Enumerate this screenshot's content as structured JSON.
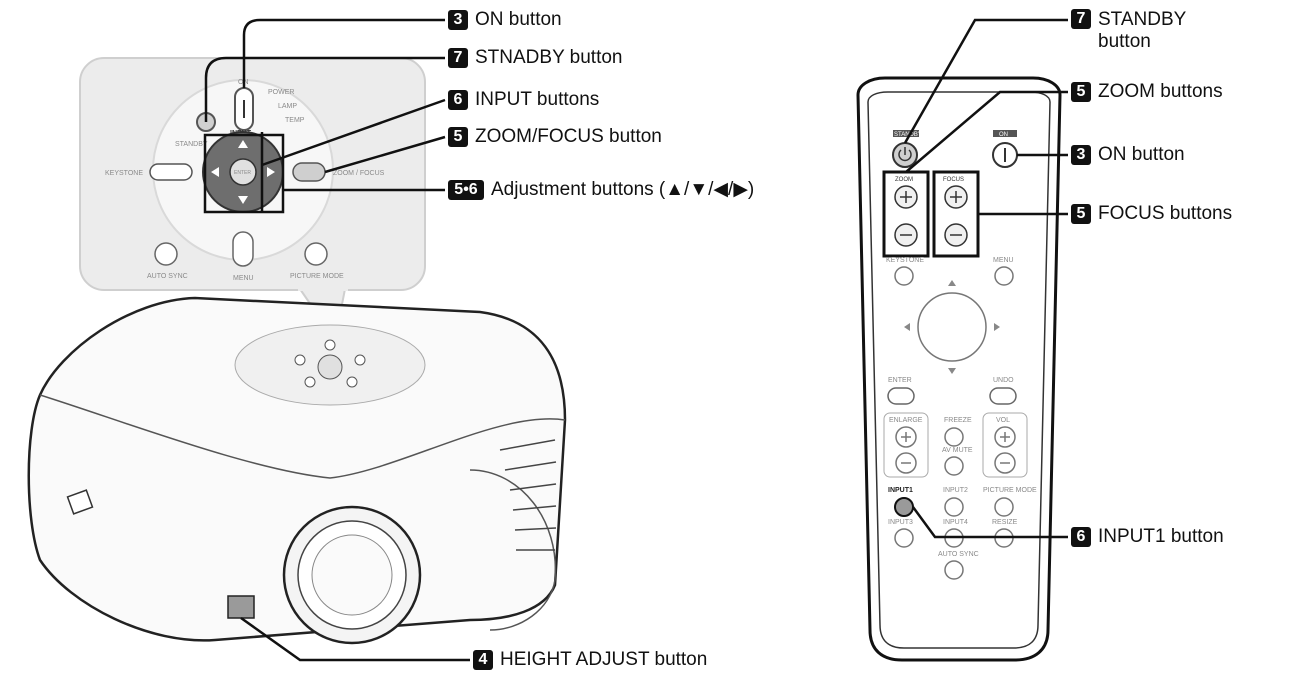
{
  "panel": {
    "label_on": "ON",
    "label_standby": "STANDBY",
    "label_input": "INPUT",
    "label_keystone": "KEYSTONE",
    "label_zoom_focus": "ZOOM / FOCUS",
    "label_auto_sync": "AUTO SYNC",
    "label_menu": "MENU",
    "label_picture_mode": "PICTURE MODE",
    "label_enter": "ENTER",
    "label_power": "POWER",
    "label_lamp": "LAMP",
    "label_temp": "TEMP"
  },
  "remote": {
    "standby": "STANDBY",
    "on": "ON",
    "zoom": "ZOOM",
    "focus": "FOCUS",
    "keystone": "KEYSTONE",
    "menu": "MENU",
    "enter": "ENTER",
    "undo": "UNDO",
    "enlarge": "ENLARGE",
    "freeze": "FREEZE",
    "vol": "VOL",
    "av_mute": "AV MUTE",
    "input1": "INPUT1",
    "input2": "INPUT2",
    "picture_mode": "PICTURE MODE",
    "input3": "INPUT3",
    "input4": "INPUT4",
    "resize": "RESIZE",
    "auto_sync": "AUTO SYNC"
  },
  "callouts": {
    "on_button": {
      "num": "3",
      "text": "ON button"
    },
    "stnadby_button": {
      "num": "7",
      "text": "STNADBY button"
    },
    "input_buttons": {
      "num": "6",
      "text": "INPUT buttons"
    },
    "zoom_focus_button": {
      "num": "5",
      "text": "ZOOM/FOCUS button"
    },
    "adjustment_buttons": {
      "num": "5•6",
      "text": "Adjustment buttons (▲/▼/◀/▶)"
    },
    "height_adjust_button": {
      "num": "4",
      "text": "HEIGHT ADJUST button"
    },
    "remote_standby_button": {
      "num": "7",
      "text": "STANDBY button"
    },
    "remote_zoom_buttons": {
      "num": "5",
      "text": "ZOOM buttons"
    },
    "remote_on_button": {
      "num": "3",
      "text": "ON button"
    },
    "remote_focus_buttons": {
      "num": "5",
      "text": "FOCUS buttons"
    },
    "remote_input1_button": {
      "num": "6",
      "text": "INPUT1 button"
    }
  }
}
